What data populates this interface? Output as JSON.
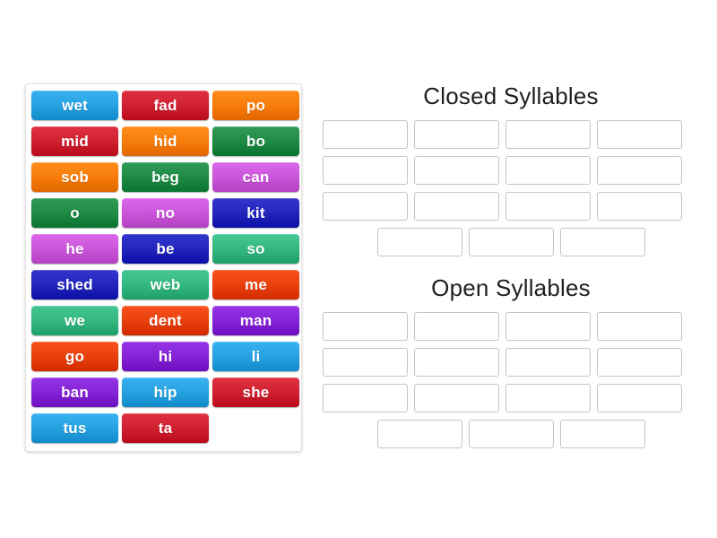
{
  "activity": {
    "type": "group-sort",
    "tray": {
      "name": "word-tile-tray",
      "columns": 3,
      "tiles": [
        {
          "label": "wet",
          "color": "#27a0e0"
        },
        {
          "label": "fad",
          "color": "#cf2030"
        },
        {
          "label": "po",
          "color": "#f67c0a"
        },
        {
          "label": "mid",
          "color": "#cf2030"
        },
        {
          "label": "hid",
          "color": "#f67c0a"
        },
        {
          "label": "bo",
          "color": "#1f8a45"
        },
        {
          "label": "sob",
          "color": "#f67c0a"
        },
        {
          "label": "beg",
          "color": "#1f8a45"
        },
        {
          "label": "can",
          "color": "#c košta"
        },
        {
          "label": "o",
          "color": "#1f8a45"
        },
        {
          "label": "no",
          "color": "#c955d8"
        },
        {
          "label": "kit",
          "color": "#2225bb"
        },
        {
          "label": "he",
          "color": "#c955d8"
        },
        {
          "label": "be",
          "color": "#2225bb"
        },
        {
          "label": "so",
          "color": "#33b67f"
        },
        {
          "label": "shed",
          "color": "#2225bb"
        },
        {
          "label": "web",
          "color": "#33b67f"
        },
        {
          "label": "me",
          "color": "#e8400c"
        },
        {
          "label": "we",
          "color": "#33b67f"
        },
        {
          "label": "dent",
          "color": "#e8400c"
        },
        {
          "label": "man",
          "color": "#8423d6"
        },
        {
          "label": "go",
          "color": "#e8400c"
        },
        {
          "label": "hi",
          "color": "#8423d6"
        },
        {
          "label": "li",
          "color": "#27a0e0"
        },
        {
          "label": "ban",
          "color": "#8423d6"
        },
        {
          "label": "hip",
          "color": "#27a0e0"
        },
        {
          "label": "she",
          "color": "#cf2030"
        },
        {
          "label": "tus",
          "color": "#27a0e0"
        },
        {
          "label": "ta",
          "color": "#cf2030"
        }
      ]
    },
    "zones": [
      {
        "name": "closed-syllables",
        "title": "Closed Syllables",
        "rows": [
          {
            "centered": false,
            "slots": [
              "",
              "",
              "",
              ""
            ]
          },
          {
            "centered": false,
            "slots": [
              "",
              "",
              "",
              ""
            ]
          },
          {
            "centered": false,
            "slots": [
              "",
              "",
              "",
              ""
            ]
          },
          {
            "centered": true,
            "slots": [
              "",
              "",
              ""
            ]
          }
        ]
      },
      {
        "name": "open-syllables",
        "title": "Open Syllables",
        "rows": [
          {
            "centered": false,
            "slots": [
              "",
              "",
              "",
              ""
            ]
          },
          {
            "centered": false,
            "slots": [
              "",
              "",
              "",
              ""
            ]
          },
          {
            "centered": false,
            "slots": [
              "",
              "",
              "",
              ""
            ]
          },
          {
            "centered": true,
            "slots": [
              "",
              "",
              ""
            ]
          }
        ]
      }
    ]
  }
}
